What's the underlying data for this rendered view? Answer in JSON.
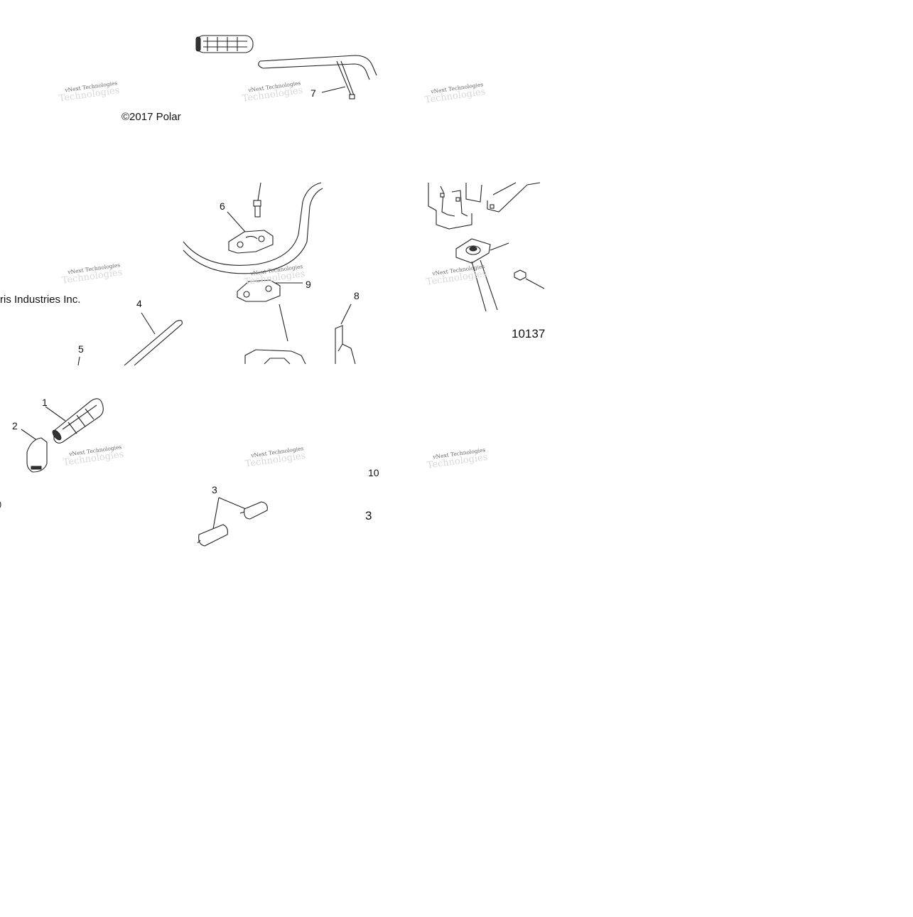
{
  "copyright": {
    "line1": "©2017 Polar",
    "line2": "ris Industries Inc."
  },
  "drawing_number": "10137",
  "callouts": {
    "c1": "1",
    "c2": "2",
    "c3a": "3",
    "c3b": "3",
    "c4": "4",
    "c5": "5",
    "c6": "6",
    "c7": "7",
    "c8": "8",
    "c9": "9",
    "c10": "10"
  },
  "watermark": {
    "line1": "vNext Technologies",
    "line2": "Technologies"
  }
}
